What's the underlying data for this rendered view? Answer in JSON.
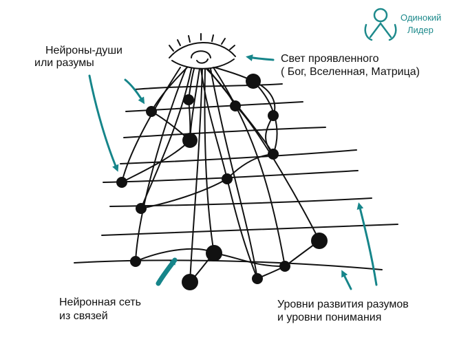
{
  "logo": {
    "line1": "Одинокий",
    "line2": "Лидер",
    "color": "#1e8a8c"
  },
  "labels": {
    "neurons_line1": "Нейроны-души",
    "neurons_line2": "или разумы",
    "light_line1": "Свет проявленного",
    "light_line2": "( Бог, Вселенная, Матрица)",
    "network_line1": "Нейронная сеть",
    "network_line2": "из связей",
    "levels_line1": "Уровни развития разумов",
    "levels_line2": "и уровни понимания"
  },
  "colors": {
    "ink": "#111111",
    "arrow": "#16858a",
    "background": "#ffffff"
  },
  "icons": {
    "eye": "eye-icon",
    "logo_mark": "person-ring-icon"
  }
}
